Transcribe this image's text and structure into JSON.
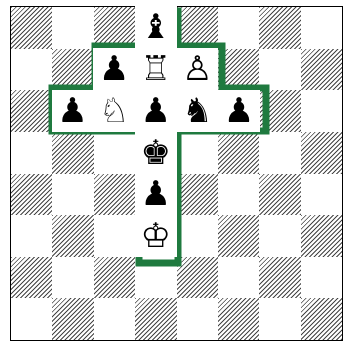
{
  "board": {
    "light_color": "#ffffff",
    "dark_pattern": "diagonal-hatch",
    "highlight_color": "#1f7a3f"
  },
  "pieces": [
    {
      "col": 3,
      "row": 0,
      "glyph": "♝",
      "name": "black-bishop-icon"
    },
    {
      "col": 2,
      "row": 1,
      "glyph": "♟",
      "name": "black-pawn-icon"
    },
    {
      "col": 3,
      "row": 1,
      "glyph": "♖",
      "name": "white-rook-icon"
    },
    {
      "col": 4,
      "row": 1,
      "glyph": "♙",
      "name": "white-pawn-icon"
    },
    {
      "col": 1,
      "row": 2,
      "glyph": "♟",
      "name": "black-pawn-icon"
    },
    {
      "col": 2,
      "row": 2,
      "glyph": "♘",
      "name": "white-knight-icon"
    },
    {
      "col": 3,
      "row": 2,
      "glyph": "♟",
      "name": "black-pawn-icon"
    },
    {
      "col": 4,
      "row": 2,
      "glyph": "♞",
      "name": "black-knight-icon"
    },
    {
      "col": 5,
      "row": 2,
      "glyph": "♟",
      "name": "black-pawn-icon"
    },
    {
      "col": 3,
      "row": 3,
      "glyph": "♚",
      "name": "black-king-icon"
    },
    {
      "col": 3,
      "row": 4,
      "glyph": "♟",
      "name": "black-pawn-icon"
    },
    {
      "col": 3,
      "row": 5,
      "glyph": "♔",
      "name": "white-king-icon"
    }
  ]
}
